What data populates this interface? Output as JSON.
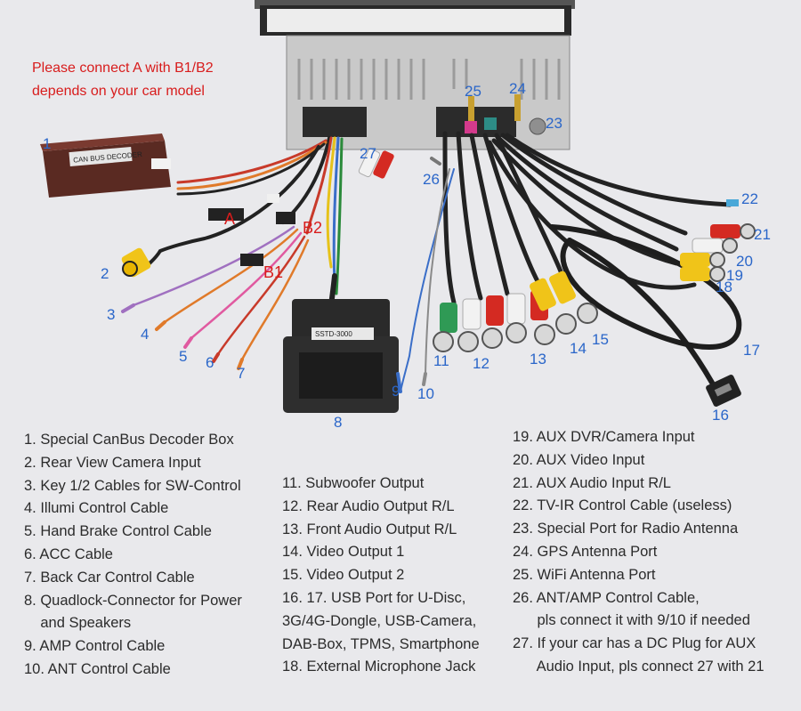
{
  "note": {
    "line1": "Please connect A with B1/B2",
    "line2": "depends on your car model"
  },
  "labels": {
    "decoder_box": "CAN BUS DECODER",
    "connector": "SSTD-3000"
  },
  "callouts": {
    "n1": "1",
    "n2": "2",
    "n3": "3",
    "n4": "4",
    "n5": "5",
    "n6": "6",
    "n7": "7",
    "n8": "8",
    "n9": "9",
    "n10": "10",
    "n11": "11",
    "n12": "12",
    "n13": "13",
    "n14": "14",
    "n15": "15",
    "n16": "16",
    "n17": "17",
    "n18": "18",
    "n19": "19",
    "n20": "20",
    "n21": "21",
    "n22": "22",
    "n23": "23",
    "n24": "24",
    "n25": "25",
    "n26": "26",
    "n27": "27",
    "a": "A",
    "b1": "B1",
    "b2": "B2"
  },
  "legend": {
    "col1": [
      "1. Special CanBus Decoder Box",
      "2. Rear View Camera Input",
      "3. Key 1/2 Cables for SW-Control",
      "4. Illumi Control Cable",
      "5. Hand Brake Control Cable",
      "6. ACC Cable",
      "7. Back Car Control Cable",
      "8. Quadlock-Connector for Power",
      "    and Speakers",
      "9. AMP Control Cable",
      "10. ANT Control Cable"
    ],
    "col2": [
      "11. Subwoofer Output",
      "12. Rear Audio Output R/L",
      "13. Front Audio Output R/L",
      "14. Video Output 1",
      "15. Video Output 2",
      "16. 17. USB Port for U-Disc,",
      "3G/4G-Dongle, USB-Camera,",
      "DAB-Box, TPMS, Smartphone",
      "18. External Microphone Jack"
    ],
    "col3": [
      "19. AUX DVR/Camera Input",
      "20. AUX Video Input",
      "21. AUX Audio Input R/L",
      "22. TV-IR Control Cable (useless)",
      "23. Special Port for Radio Antenna",
      "24. GPS Antenna Port",
      "25. WiFi Antenna Port",
      "26. ANT/AMP Control Cable,",
      "      pls connect it with 9/10 if needed",
      "27. If your car has a DC Plug for AUX",
      "      Audio Input, pls connect 27 with 21"
    ]
  },
  "colors": {
    "background": "#e9e9ec",
    "note_red": "#d81c1c",
    "callout_blue": "#2a66c9",
    "rca_red": "#d42a22",
    "rca_white": "#f2f2f2",
    "rca_yellow": "#f0c419",
    "rca_green": "#2f9a55",
    "wifi_pink": "#d43a8c",
    "gps_teal": "#2d8c86"
  }
}
